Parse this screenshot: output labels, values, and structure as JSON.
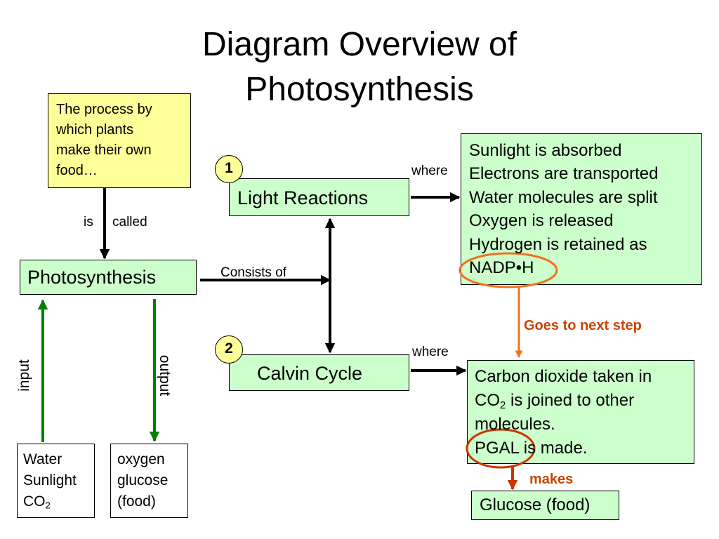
{
  "title": {
    "line1": "Diagram Overview of",
    "line2": "Photosynthesis"
  },
  "definition_box": {
    "lines": [
      "The process by",
      "which plants",
      "make their own",
      "food…"
    ]
  },
  "link_is": "is",
  "link_called": "called",
  "photosynthesis_label": "Photosynthesis",
  "consists_of_label": "Consists of",
  "light_reactions": {
    "number": "1",
    "label": "Light Reactions"
  },
  "calvin_cycle": {
    "number": "2",
    "label": "Calvin Cycle"
  },
  "where_label_1": "where",
  "where_label_2": "where",
  "light_details": {
    "lines": [
      "Sunlight is absorbed",
      "Electrons are transported",
      "Water molecules are split",
      "Oxygen is released",
      "Hydrogen is retained as",
      "NADP•H"
    ]
  },
  "goes_to_next_step": "Goes to next step",
  "calvin_details": {
    "line1": "Carbon dioxide taken in",
    "line2_chem": "CO",
    "line2_sub": "2",
    "line2_rest": " is joined to other",
    "line3": "molecules.",
    "line4": "PGAL is made."
  },
  "makes_label": "makes",
  "glucose_box": "Glucose (food)",
  "input_label": "input",
  "output_label": "output",
  "inputs_box": {
    "line1": "Water",
    "line2": "Sunlight",
    "line3_chem": "CO",
    "line3_sub": "2"
  },
  "outputs_box": {
    "lines": [
      "oxygen",
      "glucose",
      "(food)"
    ]
  },
  "colors": {
    "process_box_fill": "#ccffcc",
    "definition_fill": "#ffff99",
    "number_badge_fill": "#ffff99",
    "input_output_arrow": "#008000",
    "highlight_orange": "#f07020",
    "orange_label_text": "#cc4400",
    "makes_arrow": "#cc3300"
  }
}
